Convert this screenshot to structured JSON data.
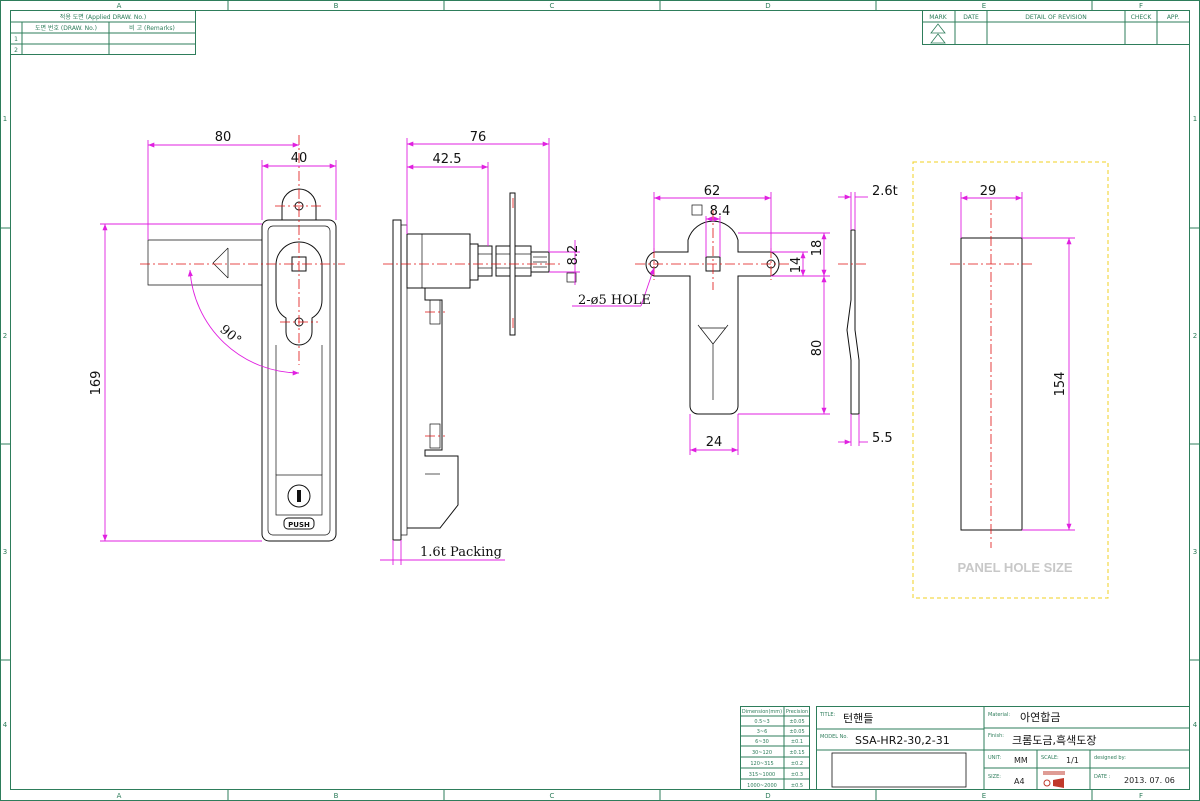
{
  "zones": {
    "letters": [
      "A",
      "B",
      "C",
      "D",
      "E",
      "F"
    ],
    "numbers": [
      "1",
      "2",
      "3",
      "4"
    ]
  },
  "applied_table": {
    "title": "적용 도면 (Applied DRAW. No.)",
    "col_drawno": "도면 번호 (DRAW. No.)",
    "col_remarks": "비 고 (Remarks)",
    "rows": [
      "1",
      "2"
    ]
  },
  "revision_table": {
    "mark": "MARK",
    "date": "DATE",
    "detail": "DETAIL OF REVISION",
    "check": "CHECK",
    "app": "APP."
  },
  "dimensions": {
    "front_width_80": "80",
    "front_width_40": "40",
    "front_height_169": "169",
    "front_angle_90": "90°",
    "push_label": "PUSH",
    "side_width_76": "76",
    "side_width_42_5": "42.5",
    "side_8_2": "8.2",
    "packing": "1.6t Packing",
    "cam_62": "62",
    "cam_square": "8.4",
    "cam_holes": "2-ø5 HOLE",
    "cam_18": "18",
    "cam_14": "14",
    "cam_80": "80",
    "cam_24": "24",
    "plate_2_6t": "2.6t",
    "plate_5_5": "5.5",
    "panel_29": "29",
    "panel_154": "154",
    "panel_label": "PANEL HOLE SIZE"
  },
  "tolerance_table": {
    "head_dim": "Dimension(mm)",
    "head_prec": "Precision",
    "rows": [
      [
        "0.5~3",
        "±0.05"
      ],
      [
        "3~6",
        "±0.05"
      ],
      [
        "6~30",
        "±0.1"
      ],
      [
        "30~120",
        "±0.15"
      ],
      [
        "120~315",
        "±0.2"
      ],
      [
        "315~1000",
        "±0.3"
      ],
      [
        "1000~2000",
        "±0.5"
      ]
    ]
  },
  "title_block": {
    "title_label": "TITLE:",
    "title_value": "턴핸들",
    "model_label": "MODEL No.",
    "model_value": "SSA-HR2-30,2-31",
    "material_label": "Material:",
    "material_value": "아연합금",
    "finish_label": "Finish:",
    "finish_value": "크롬도금,흑색도장",
    "unit_label": "UNIT:",
    "unit_value": "MM",
    "scale_label": "SCALE:",
    "scale_value": "1/1",
    "designed_label": "designed by:",
    "size_label": "SIZE:",
    "size_value": "A4",
    "date_label": "DATE :",
    "date_value": "2013. 07. 06"
  },
  "colors": {
    "frame": "#2e7d5b",
    "dimension": "#e020e0",
    "centerline": "#e01010",
    "panel_outline": "#f0d020"
  }
}
